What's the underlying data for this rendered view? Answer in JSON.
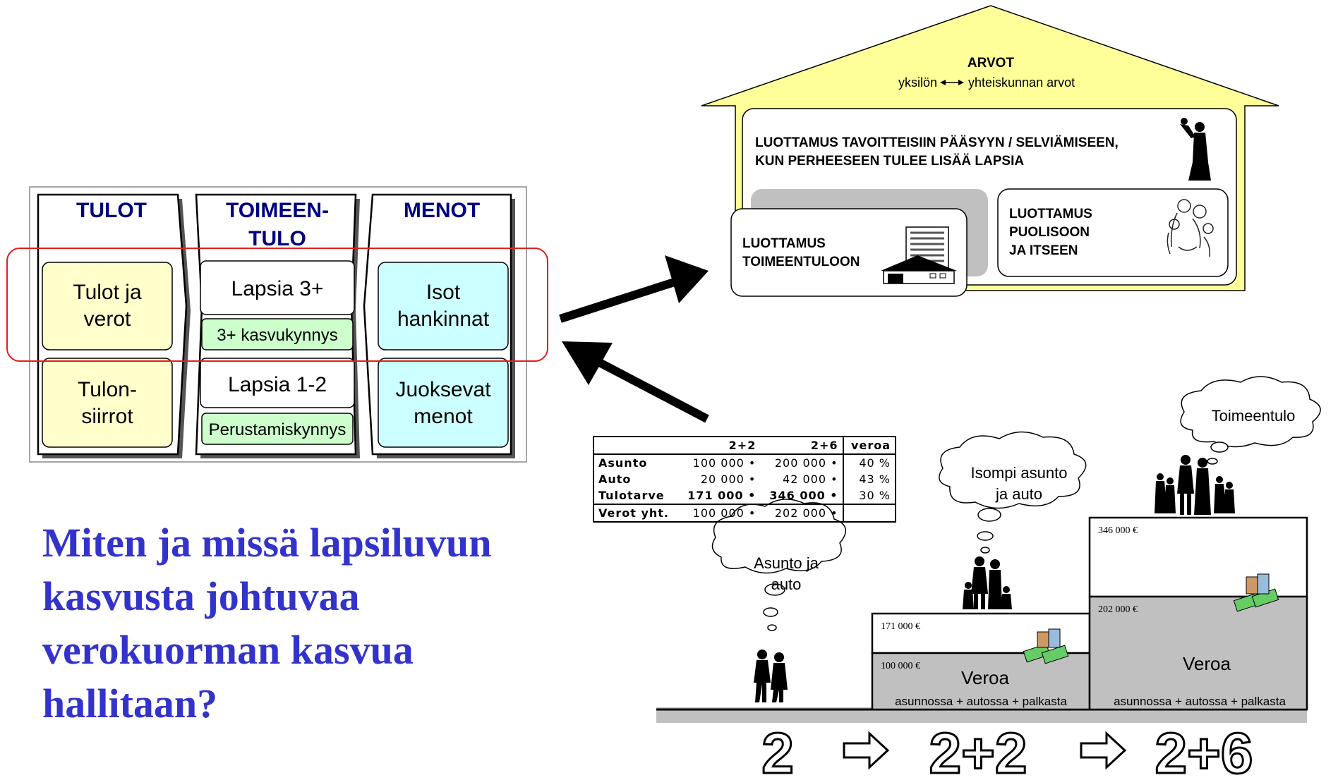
{
  "flow": {
    "tulot_header": "TULOT",
    "toimeentulo_header_1": "TOIMEEN-",
    "toimeentulo_header_2": "TULO",
    "menot_header": "MENOT",
    "tulot_ja_verot_1": "Tulot ja",
    "tulot_ja_verot_2": "verot",
    "tulonsiirrot_1": "Tulon-",
    "tulonsiirrot_2": "siirrot",
    "lapsia_3": "Lapsia 3+",
    "kasvukynnys": "3+ kasvukynnys",
    "lapsia_12": "Lapsia 1-2",
    "perustamiskynnys": "Perustamiskynnys",
    "isot_hankinnat_1": "Isot",
    "isot_hankinnat_2": "hankinnat",
    "juoksevat_1": "Juoksevat",
    "juoksevat_2": "menot"
  },
  "house": {
    "roof_title": "ARVOT",
    "roof_left": "yksilön",
    "roof_right": "yhteiskunnan arvot",
    "trust_goals_1": "LUOTTAMUS TAVOITTEISIIN PÄÄSYYN / SELVIÄMISEEN,",
    "trust_goals_2": "KUN PERHEESEEN TULEE LISÄÄ LAPSIA",
    "trust_income_1": "LUOTTAMUS",
    "trust_income_2": "TOIMEENTULOON",
    "trust_spouse_1": "LUOTTAMUS",
    "trust_spouse_2": "PUOLISOON",
    "trust_spouse_3": "JA ITSEEN"
  },
  "question": {
    "line1": "Miten ja missä lapsiluvun",
    "line2": "kasvusta johtuvaa",
    "line3": "verokuorman kasvua",
    "line4": "hallitaan?"
  },
  "table": {
    "headers": [
      "",
      "2+2",
      "2+6",
      "veroa"
    ],
    "rows": [
      {
        "label": "Asunto",
        "a": "100 000 •",
        "b": "200 000 •",
        "pct": "40 %"
      },
      {
        "label": "Auto",
        "a": "20 000 •",
        "b": "42 000 •",
        "pct": "43 %"
      },
      {
        "label": "Tulotarve",
        "a": "171 000 •",
        "b": "346 000 •",
        "pct": "30 %"
      },
      {
        "label": "Verot yht.",
        "a": "100 000 •",
        "b": "202 000 •",
        "pct": ""
      }
    ]
  },
  "stairs": {
    "bubble1_1": "Asunto ja",
    "bubble1_2": "auto",
    "bubble2_1": "Isompi asunto",
    "bubble2_2": "ja auto",
    "bubble3": "Toimeentulo",
    "step1_top": "171 000 €",
    "step1_tax": "100 000 €",
    "step1_veroa": "Veroa",
    "step1_sub": "asunnossa + autossa + palkasta",
    "step2_top": "346 000 €",
    "step2_tax": "202 000 €",
    "step2_veroa": "Veroa",
    "step2_sub": "asunnossa + autossa + palkasta",
    "stage1": "2",
    "stage2": "2+2",
    "stage3": "2+6"
  },
  "colors": {
    "yellow_box": "#ffffcc",
    "cyan_box": "#ccffff",
    "green_box": "#ccffcc",
    "roof": "#ffff99",
    "grey": "#c0c0c0",
    "highlight": "#e02020",
    "question_text": "#3333cc",
    "header_text": "#000080"
  }
}
